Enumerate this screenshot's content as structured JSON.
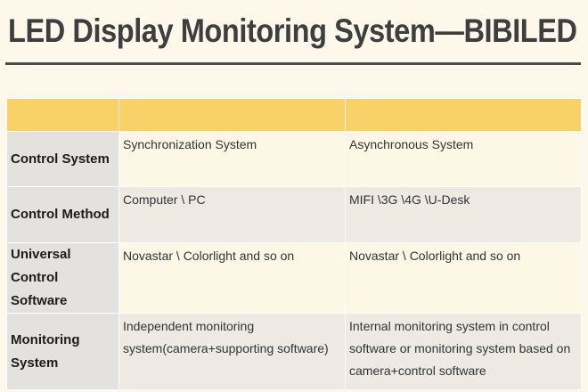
{
  "title": "LED Display Monitoring System—BIBILED",
  "header": [
    "",
    "",
    ""
  ],
  "rows": [
    {
      "label": "Control System",
      "col1": "Synchronization System",
      "col2": "Asynchronous System"
    },
    {
      "label": "Control Method",
      "col1": "Computer \\ PC",
      "col2": "MIFI \\3G \\4G \\U-Desk"
    },
    {
      "label": "Universal Control Software",
      "col1": "Novastar \\ Colorlight and so on",
      "col2": "Novastar \\ Colorlight and so on"
    },
    {
      "label": "Monitoring System",
      "col1": "Independent monitoring system(camera+supporting software)",
      "col2": "Internal monitoring system in control software or monitoring system based on camera+control software"
    }
  ],
  "colors": {
    "header": "#f8d267",
    "label_bg": "#e4e2df",
    "background": "#fdf8ea",
    "title": "#3e3e3e"
  }
}
